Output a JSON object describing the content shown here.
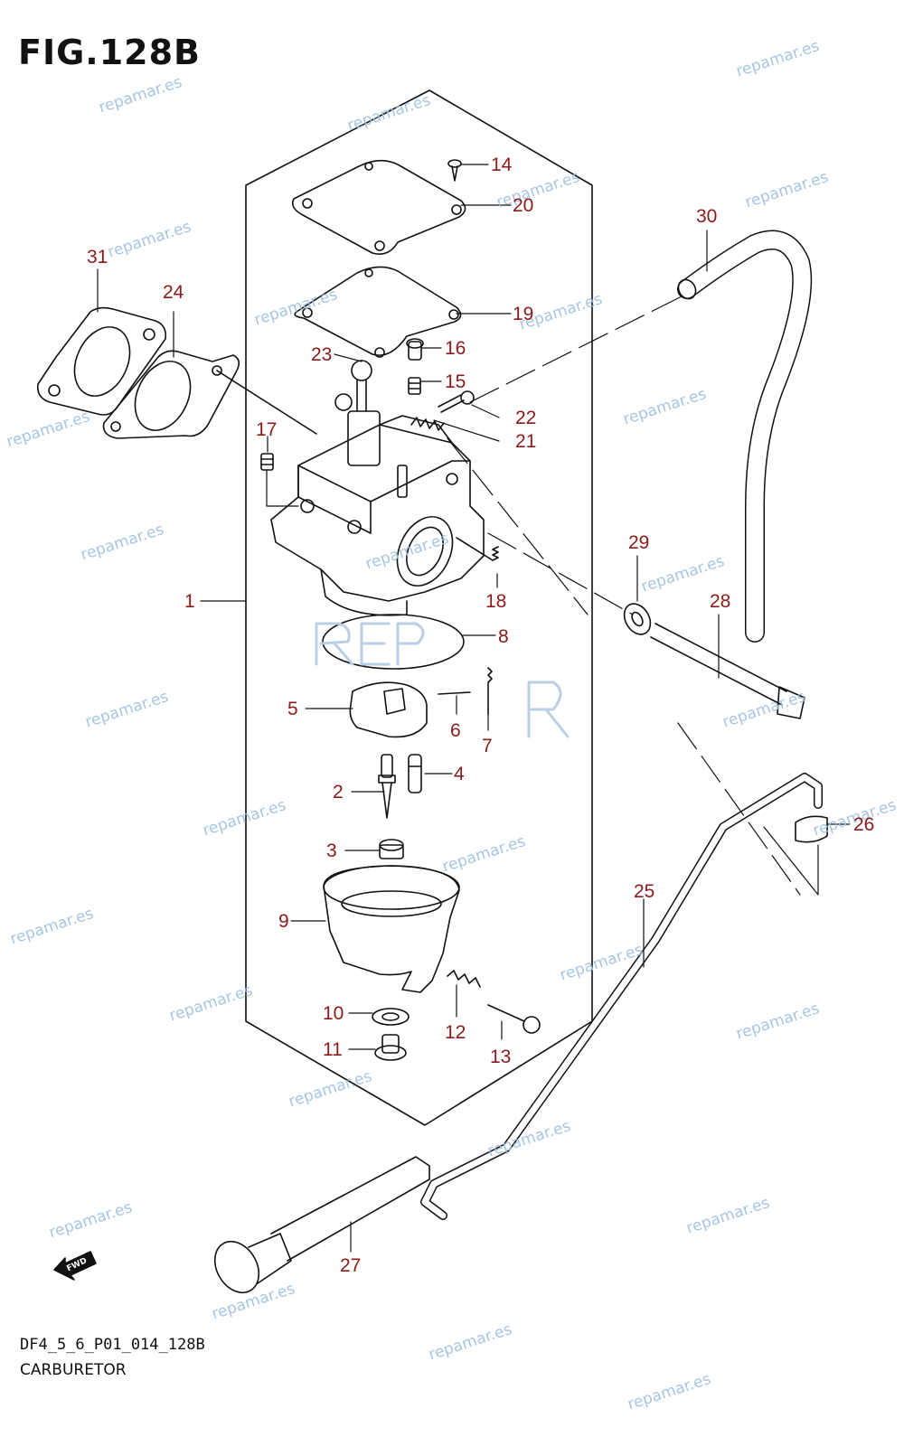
{
  "figure_title": "FIG.128B",
  "footer_code": "DF4_5_6_P01_014_128B",
  "footer_name": "CARBURETOR",
  "fwd_label": "FWD",
  "watermark_text": "repamar.es",
  "colors": {
    "label": "#8b1a1a",
    "watermark": "#9dbfe0",
    "line": "#111111"
  },
  "callouts": [
    {
      "id": "1",
      "text": "1"
    },
    {
      "id": "2",
      "text": "2"
    },
    {
      "id": "3",
      "text": "3"
    },
    {
      "id": "4",
      "text": "4"
    },
    {
      "id": "5",
      "text": "5"
    },
    {
      "id": "6",
      "text": "6"
    },
    {
      "id": "7",
      "text": "7"
    },
    {
      "id": "8",
      "text": "8"
    },
    {
      "id": "9",
      "text": "9"
    },
    {
      "id": "10",
      "text": "10"
    },
    {
      "id": "11",
      "text": "11"
    },
    {
      "id": "12",
      "text": "12"
    },
    {
      "id": "13",
      "text": "13"
    },
    {
      "id": "14",
      "text": "14"
    },
    {
      "id": "15",
      "text": "15"
    },
    {
      "id": "16",
      "text": "16"
    },
    {
      "id": "17",
      "text": "17"
    },
    {
      "id": "18",
      "text": "18"
    },
    {
      "id": "19",
      "text": "19"
    },
    {
      "id": "20",
      "text": "20"
    },
    {
      "id": "21",
      "text": "21"
    },
    {
      "id": "22",
      "text": "22"
    },
    {
      "id": "23",
      "text": "23"
    },
    {
      "id": "24",
      "text": "24"
    },
    {
      "id": "25",
      "text": "25"
    },
    {
      "id": "26",
      "text": "26"
    },
    {
      "id": "27",
      "text": "27"
    },
    {
      "id": "28",
      "text": "28"
    },
    {
      "id": "29",
      "text": "29"
    },
    {
      "id": "30",
      "text": "30"
    },
    {
      "id": "31",
      "text": "31"
    }
  ]
}
